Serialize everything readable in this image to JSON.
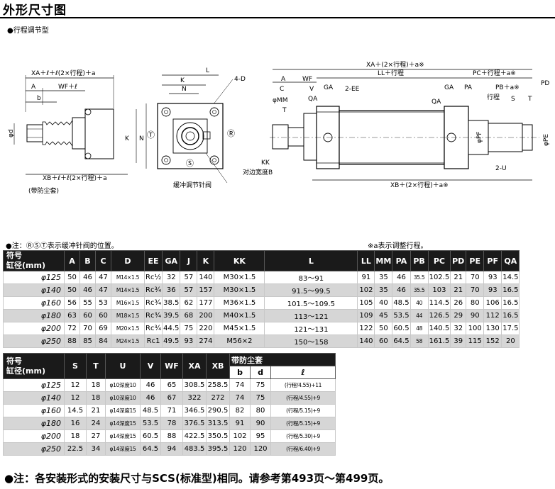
{
  "page": {
    "title": "外形尺寸图",
    "subtitle": "●行程调节型"
  },
  "drawing": {
    "left": {
      "xa_label": "XA＋ℓ＋ℓ(2×行程)＋a",
      "a": "A",
      "wf": "WF＋ℓ",
      "b": "b",
      "phid": "φd",
      "xb_label": "XB＋ℓ＋ℓ(2×行程)＋a",
      "boot_note": "(带防尘套)"
    },
    "mid": {
      "k": "K",
      "l": "L",
      "n": "N",
      "fourd": "4-D",
      "t_mark": "Ⓣ",
      "s_mark": "Ⓢ",
      "r_mark": "Ⓡ",
      "valve_note": "缓冲调节针阀"
    },
    "right": {
      "xa_label": "XA＋(2×行程)＋a※",
      "ll_label": "LL＋行程",
      "pc_label": "PC＋行程＋a※",
      "pd": "PD",
      "a": "A",
      "wf": "WF",
      "c": "C",
      "v": "V",
      "ga_left": "GA",
      "two_ee": "2-EE",
      "mm": "φMM",
      "t": "T",
      "qa": "QA",
      "kk": "KK",
      "width_b": "对边宽度B",
      "ga_right": "GA",
      "pa": "PA",
      "pb": "PB＋a※",
      "stroke": "行程",
      "s": "S",
      "t2": "T",
      "phipf": "φPF",
      "phipe": "φPE",
      "two_u": "2-U",
      "xb_label": "XB＋(2×行程)＋a※"
    }
  },
  "notes": {
    "cushion": "●注：ⓇⓈⓉ表示缓冲针阀的位置。",
    "adjust": "※a表示调整行程。"
  },
  "table1": {
    "header_line1": "符号",
    "header_line2": "缸径(mm)",
    "columns": [
      "A",
      "B",
      "C",
      "D",
      "EE",
      "GA",
      "J",
      "K",
      "KK",
      "L",
      "LL",
      "MM",
      "PA",
      "PB",
      "PC",
      "PD",
      "PE",
      "PF",
      "QA"
    ],
    "rows": [
      [
        "φ125",
        "50",
        "46",
        "47",
        "M14×1.5",
        "Rc½",
        "32",
        "57",
        "140",
        "M30×1.5",
        "83～91",
        "91",
        "35",
        "46",
        "35.5",
        "102.5",
        "21",
        "70",
        "93",
        "14.5"
      ],
      [
        "φ140",
        "50",
        "46",
        "47",
        "M14×1.5",
        "Rc¾",
        "36",
        "57",
        "157",
        "M30×1.5",
        "91.5～99.5",
        "102",
        "35",
        "46",
        "35.5",
        "103",
        "21",
        "70",
        "93",
        "16.5"
      ],
      [
        "φ160",
        "56",
        "55",
        "53",
        "M16×1.5",
        "Rc¾",
        "38.5",
        "62",
        "177",
        "M36×1.5",
        "101.5～109.5",
        "105",
        "40",
        "48.5",
        "40",
        "114.5",
        "26",
        "80",
        "106",
        "16.5"
      ],
      [
        "φ180",
        "63",
        "60",
        "60",
        "M18×1.5",
        "Rc¾",
        "39.5",
        "68",
        "200",
        "M40×1.5",
        "113～121",
        "109",
        "45",
        "53.5",
        "44",
        "126.5",
        "29",
        "90",
        "112",
        "16.5"
      ],
      [
        "φ200",
        "72",
        "70",
        "69",
        "M20×1.5",
        "Rc¾",
        "44.5",
        "75",
        "220",
        "M45×1.5",
        "121～131",
        "122",
        "50",
        "60.5",
        "48",
        "140.5",
        "32",
        "100",
        "130",
        "17.5"
      ],
      [
        "φ250",
        "88",
        "85",
        "84",
        "M24×1.5",
        "Rc1",
        "49.5",
        "93",
        "274",
        "M56×2",
        "150～158",
        "140",
        "60",
        "64.5",
        "58",
        "161.5",
        "39",
        "115",
        "152",
        "20"
      ]
    ]
  },
  "table2": {
    "header_line1": "符号",
    "header_line2": "缸径(mm)",
    "columns": [
      "S",
      "T",
      "U",
      "V",
      "WF",
      "XA",
      "XB"
    ],
    "boot_header": "带防尘套",
    "boot_columns": [
      "b",
      "d",
      "ℓ"
    ],
    "rows": [
      [
        "φ125",
        "12",
        "18",
        "φ10深度10",
        "46",
        "65",
        "308.5",
        "258.5",
        "74",
        "75",
        "(行程/4.55)+11"
      ],
      [
        "φ140",
        "12",
        "18",
        "φ10深度10",
        "46",
        "67",
        "322",
        "272",
        "74",
        "75",
        "(行程/4.55)+9"
      ],
      [
        "φ160",
        "14.5",
        "21",
        "φ14深度15",
        "48.5",
        "71",
        "346.5",
        "290.5",
        "82",
        "80",
        "(行程/5.15)+9"
      ],
      [
        "φ180",
        "16",
        "24",
        "φ14深度15",
        "53.5",
        "78",
        "376.5",
        "313.5",
        "91",
        "90",
        "(行程/5.15)+9"
      ],
      [
        "φ200",
        "18",
        "27",
        "φ14深度15",
        "60.5",
        "88",
        "422.5",
        "350.5",
        "102",
        "95",
        "(行程/5.30)+9"
      ],
      [
        "φ250",
        "22.5",
        "34",
        "φ14深度15",
        "64.5",
        "94",
        "483.5",
        "395.5",
        "120",
        "120",
        "(行程/6.40)+9"
      ]
    ]
  },
  "footer": {
    "note": "●注：各安装形式的安装尺寸与SCS(标准型)相同。请参考第493页～第499页。"
  }
}
